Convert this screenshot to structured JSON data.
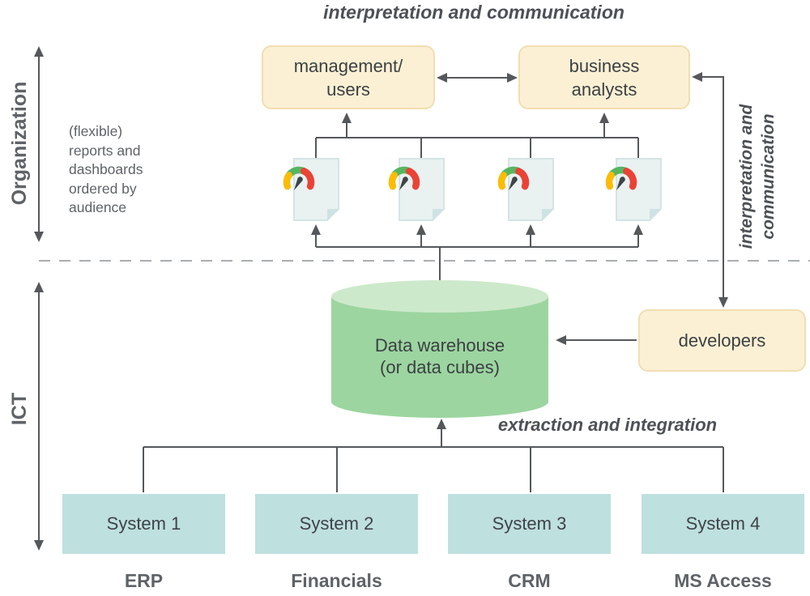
{
  "labels": {
    "top_flow": "interpretation and communication",
    "side_flow": "interpretation and\ncommunication",
    "extraction": "extraction and integration",
    "org_axis": "Organization",
    "ict_axis": "ICT",
    "org_note": "(flexible)\nreports and\ndashboards\nordered by\naudience"
  },
  "nodes": {
    "management": "management/\nusers",
    "business": "business\nanalysts",
    "developers": "developers",
    "warehouse": "Data warehouse\n(or data cubes)"
  },
  "systems": [
    {
      "name": "System 1",
      "caption": "ERP"
    },
    {
      "name": "System 2",
      "caption": "Financials"
    },
    {
      "name": "System 3",
      "caption": "CRM"
    },
    {
      "name": "System 4",
      "caption": "MS Access"
    }
  ],
  "icons": {
    "report": "report-gauge-icon"
  },
  "colors": {
    "node_cream": "#FBF0D4",
    "node_cream_border": "#F1DEB2",
    "system_teal": "#BEE0DF",
    "cylinder_green": "#9CD5A0",
    "cylinder_top_green": "#CDE9CB",
    "paper_blue": "#E9F2F1",
    "gauge_yellow": "#FBBC05",
    "gauge_green": "#57B560",
    "gauge_red": "#EA4335",
    "wire_gray": "#55585B",
    "dash_gray": "#A9AEB1",
    "text_dark": "#3C4043",
    "text_gray": "#5F6368"
  }
}
